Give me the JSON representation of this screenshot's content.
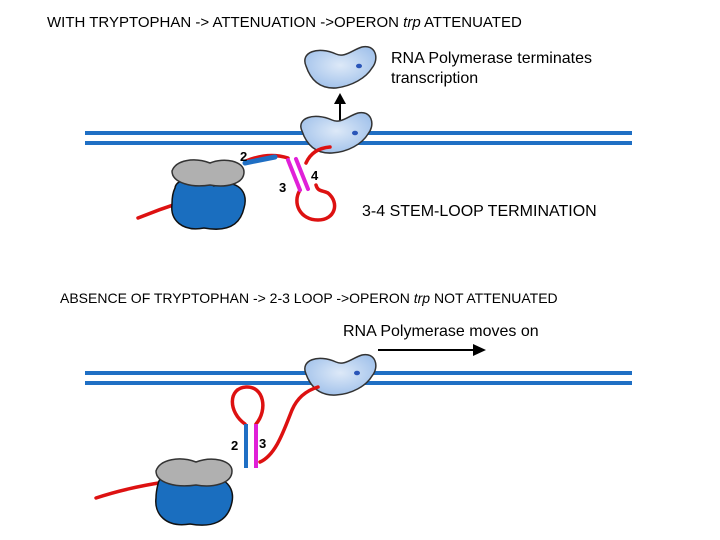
{
  "top_section": {
    "heading_prefix": "WITH TRYPTOPHAN -> ATTENUATION ->OPERON ",
    "heading_gene": "trp",
    "heading_suffix": " ATTENUATED",
    "polymerase_line1": "RNA Polymerase terminates",
    "polymerase_line2": "transcription",
    "region_2": "2",
    "region_3": "3",
    "region_4": "4",
    "termination_label": "3-4 STEM-LOOP TERMINATION"
  },
  "bottom_section": {
    "heading_prefix": "ABSENCE OF TRYPTOPHAN -> 2-3 LOOP ->OPERON ",
    "heading_gene": "trp",
    "heading_suffix": " NOT ATTENUATED",
    "polymerase_label": "RNA Polymerase moves on",
    "region_2": "2",
    "region_3": "3"
  },
  "colors": {
    "dna": "#1f6fc4",
    "mrna": "#dd1111",
    "region2": "#1f6fc4",
    "region34": "#e020d8",
    "ribosome_large": "#1a6ebf",
    "ribosome_small": "#b0b0b0",
    "polymerase": "#a9c9ef"
  }
}
